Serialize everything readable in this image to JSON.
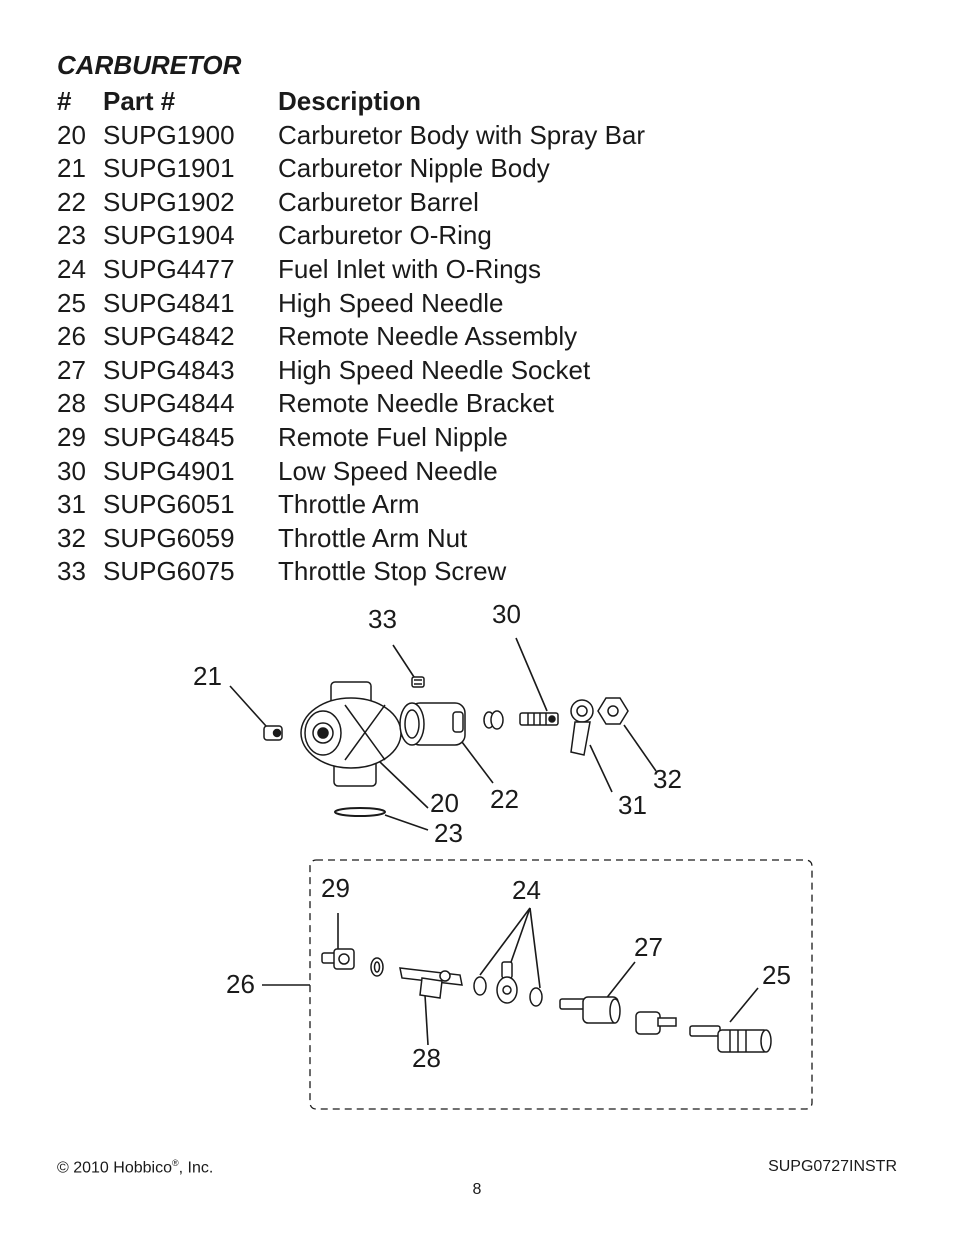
{
  "section_title": "CARBURETOR",
  "table": {
    "headers": {
      "num": "#",
      "part": "Part #",
      "desc": "Description"
    },
    "rows": [
      {
        "num": "20",
        "part": "SUPG1900",
        "desc": "Carburetor Body with Spray Bar"
      },
      {
        "num": "21",
        "part": "SUPG1901",
        "desc": "Carburetor Nipple Body"
      },
      {
        "num": "22",
        "part": "SUPG1902",
        "desc": "Carburetor Barrel"
      },
      {
        "num": "23",
        "part": "SUPG1904",
        "desc": "Carburetor O-Ring"
      },
      {
        "num": "24",
        "part": "SUPG4477",
        "desc": "Fuel Inlet with O-Rings"
      },
      {
        "num": "25",
        "part": "SUPG4841",
        "desc": "High Speed Needle"
      },
      {
        "num": "26",
        "part": "SUPG4842",
        "desc": "Remote Needle Assembly"
      },
      {
        "num": "27",
        "part": "SUPG4843",
        "desc": "High Speed Needle Socket"
      },
      {
        "num": "28",
        "part": "SUPG4844",
        "desc": "Remote Needle Bracket"
      },
      {
        "num": "29",
        "part": "SUPG4845",
        "desc": "Remote Fuel Nipple"
      },
      {
        "num": "30",
        "part": "SUPG4901",
        "desc": "Low Speed Needle"
      },
      {
        "num": "31",
        "part": "SUPG6051",
        "desc": "Throttle Arm"
      },
      {
        "num": "32",
        "part": "SUPG6059",
        "desc": "Throttle Arm Nut"
      },
      {
        "num": "33",
        "part": "SUPG6075",
        "desc": "Throttle Stop Screw"
      }
    ]
  },
  "diagram": {
    "callouts": {
      "c33": "33",
      "c30": "30",
      "c21": "21",
      "c32": "32",
      "c20": "20",
      "c22": "22",
      "c31": "31",
      "c23": "23",
      "c29": "29",
      "c24": "24",
      "c27": "27",
      "c25": "25",
      "c26": "26",
      "c28": "28"
    }
  },
  "footer": {
    "copyright_pre": "© 2010 Hobbico",
    "registered": "®",
    "copyright_post": ", Inc.",
    "doc_id": "SUPG0727INSTR",
    "page_number": "8"
  }
}
